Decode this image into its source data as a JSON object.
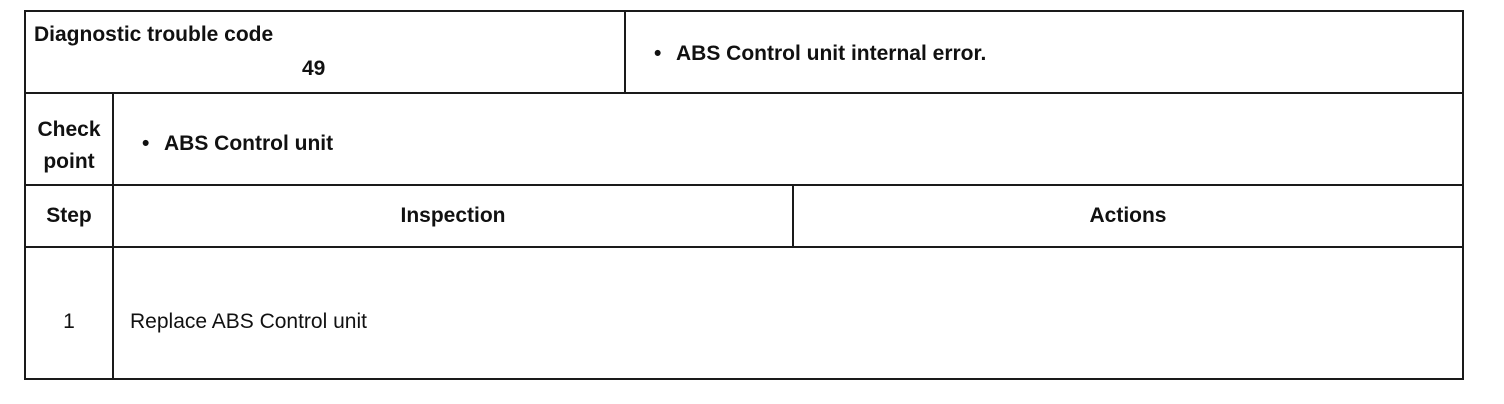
{
  "header": {
    "dtc_label": "Diagnostic trouble code",
    "dtc_value": "49",
    "description": "ABS Control unit internal error.",
    "bullet": "•"
  },
  "check_point": {
    "label_line1": "Check",
    "label_line2": "point",
    "item": "ABS Control unit",
    "bullet": "•"
  },
  "table": {
    "columns": [
      "Step",
      "Inspection",
      "Actions"
    ],
    "rows": [
      {
        "step": "1",
        "inspection": "Replace ABS Control unit",
        "actions": ""
      }
    ]
  }
}
